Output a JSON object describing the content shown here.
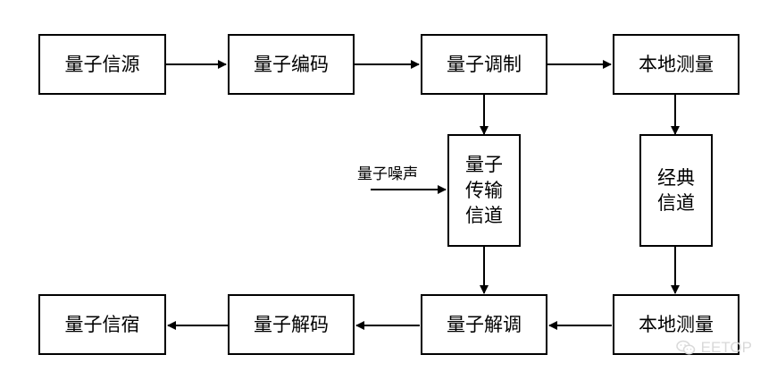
{
  "nodes": {
    "source": "量子信源",
    "encode": "量子编码",
    "modulate": "量子调制",
    "measure_top": "本地测量",
    "quantum_channel": "量子\n传输\n信道",
    "classical_channel": "经典\n信道",
    "sink": "量子信宿",
    "decode": "量子解码",
    "demodulate": "量子解调",
    "measure_bottom": "本地测量"
  },
  "noise_label": "量子噪声",
  "watermark": {
    "text": "EETOP",
    "icon": "wechat-icon"
  },
  "colors": {
    "line": "#000000",
    "watermark": "#d9d9d9"
  }
}
